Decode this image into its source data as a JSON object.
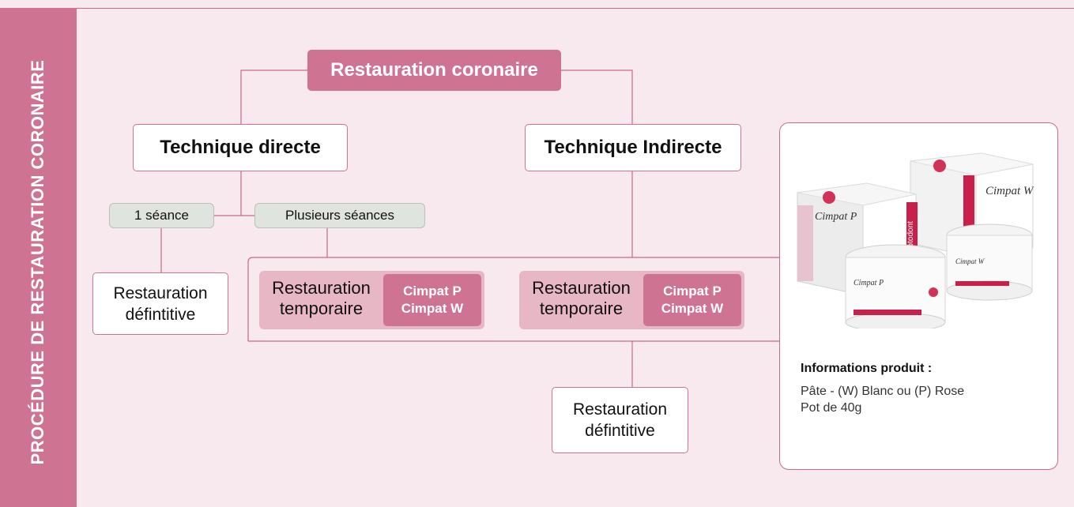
{
  "sidebar": {
    "title": "PROCÉDURE DE RESTAURATION CORONAIRE"
  },
  "root": {
    "label": "Restauration coronaire"
  },
  "technique_directe": {
    "label": "Technique directe"
  },
  "technique_indirecte": {
    "label": "Technique Indirecte"
  },
  "sessions": {
    "one": "1 séance",
    "multiple": "Plusieurs séances"
  },
  "final_left": {
    "line1": "Restauration",
    "line2": "défintitive"
  },
  "final_bottom": {
    "line1": "Restauration",
    "line2": "défintitive"
  },
  "temporary": [
    {
      "line1": "Restauration",
      "line2": "temporaire",
      "products": [
        "Cimpat P",
        "Cimpat W"
      ]
    },
    {
      "line1": "Restauration",
      "line2": "temporaire",
      "products": [
        "Cimpat P",
        "Cimpat W"
      ]
    }
  ],
  "product_card": {
    "jar_p_brand": "Cimpat P",
    "jar_w_brand": "Cimpat W",
    "box_brand": "septodont",
    "info_title": "Informations produit :",
    "info_lines": [
      "Pâte - (W) Blanc ou (P) Rose",
      "Pot de 40g"
    ]
  },
  "colors": {
    "accent": "#cf7393",
    "background": "#f7e9ed",
    "temp_fill": "#e8b7c6",
    "pill_fill": "#dfe4de"
  }
}
